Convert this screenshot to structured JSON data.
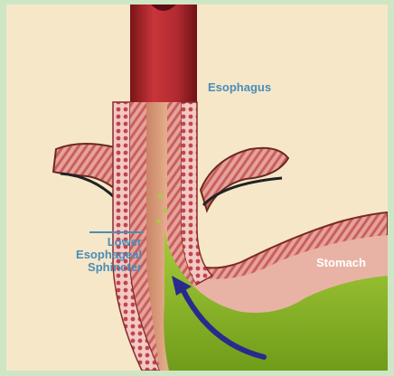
{
  "labels": {
    "esophagus": "Esophagus",
    "les": "Lower\nEsophageal\nSphincter",
    "stomach": "Stomach"
  },
  "colors": {
    "frame": "#cfe6c5",
    "background": "#f6e7c9",
    "esophagus_red": "#b9282e",
    "tissue_pink": "#e9a0a0",
    "acid_green": "#8fbf2a",
    "arrow_blue": "#2a2a8c",
    "label_blue": "#4a8db8"
  },
  "icons": {
    "reflux_arrow": "curved-arrow-icon"
  }
}
